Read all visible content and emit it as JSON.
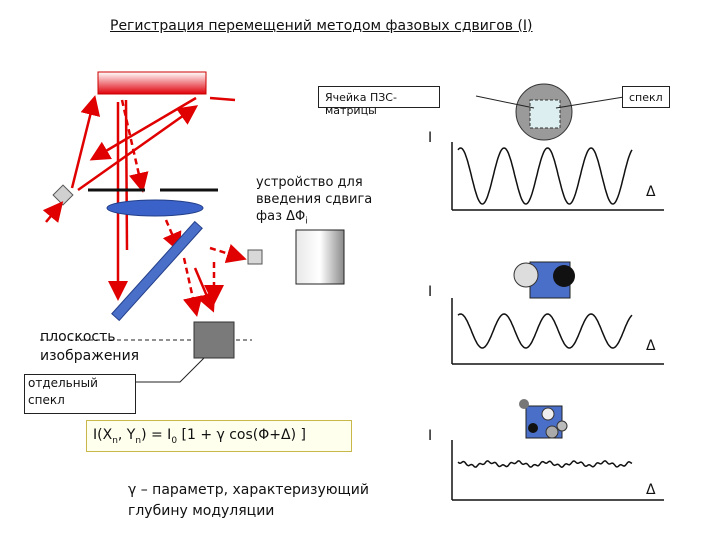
{
  "title": "Регистрация перемещений методом фазовых сдвигов (I)",
  "ccd_cell_label": "Ячейка ПЗС-матрицы",
  "speckle_label": "спекл",
  "phase_device": {
    "line1": "устройство для",
    "line2": "введения сдвига",
    "line3": "фаз ΔΦ",
    "sub": "i"
  },
  "image_plane": {
    "line1": "плоскость",
    "line2": "изображения"
  },
  "single_speckle": {
    "line1": "отдельный",
    "line2": "спекл"
  },
  "formula": {
    "p1": "I(X",
    "s1": "n",
    "p2": ", Y",
    "s2": "n",
    "p3": ") = I",
    "s3": "0",
    "p4": " [1 + γ cos(Φ+Δ) ]"
  },
  "gamma_note": {
    "line1": "γ – параметр, характеризующий",
    "line2": "глубину модуляции"
  },
  "graphs": [
    {
      "y_label": "I",
      "x_label": "Δ",
      "modulation": "high"
    },
    {
      "y_label": "I",
      "x_label": "Δ",
      "modulation": "medium"
    },
    {
      "y_label": "I",
      "x_label": "Δ",
      "modulation": "low"
    }
  ],
  "colors": {
    "arrow_red": "#e00000",
    "plate_blue": "#4a6fc9",
    "lens_blue": "#3b62c8",
    "gray_box": "#777777"
  }
}
